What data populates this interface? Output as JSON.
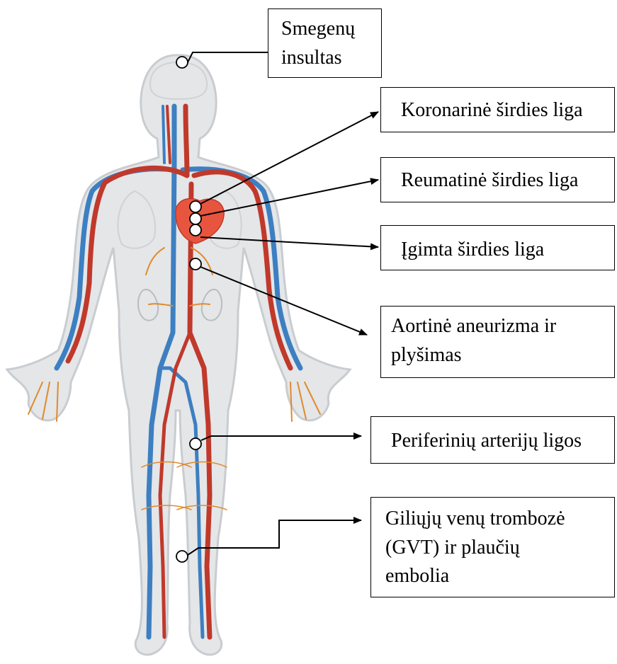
{
  "labels": {
    "stroke": {
      "line1": "Smegenų",
      "line2": "insultas"
    },
    "coronary": "Koronarinė širdies liga",
    "rheumatic": "Reumatinė širdies liga",
    "congenital": "Įgimta širdies liga",
    "aortic": {
      "line1": "Aortinė aneurizma ir",
      "line2": "plyšimas"
    },
    "peripheral": "Periferinių arterijų ligos",
    "dvt": {
      "line1": "Giliųjų venų trombozė",
      "line2": "(GVT) ir plaučių",
      "line3": "embolia"
    }
  },
  "colors": {
    "body_fill": "#e4e6e8",
    "body_outline": "#c9ccd0",
    "artery": "#c0392b",
    "vein": "#3d7fc1",
    "capillary": "#e08a2c",
    "heart": "#e8553f",
    "organ_outline": "#b9bdc2"
  }
}
